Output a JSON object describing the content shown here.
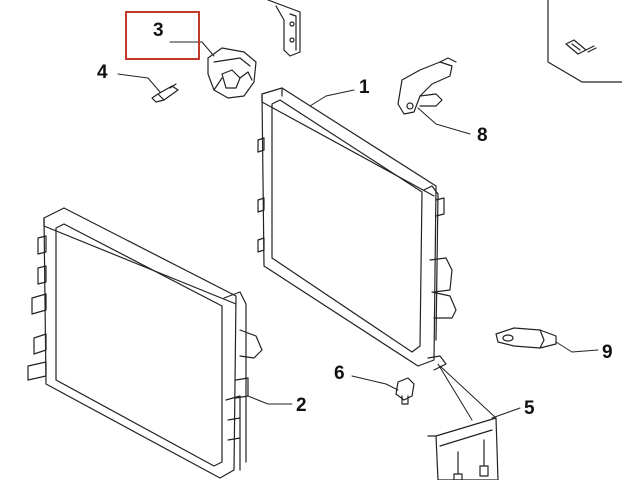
{
  "callouts": [
    {
      "id": "1",
      "label": "1"
    },
    {
      "id": "2",
      "label": "2"
    },
    {
      "id": "3",
      "label": "3"
    },
    {
      "id": "4",
      "label": "4"
    },
    {
      "id": "5",
      "label": "5"
    },
    {
      "id": "6",
      "label": "6"
    },
    {
      "id": "8",
      "label": "8"
    },
    {
      "id": "9",
      "label": "9"
    }
  ],
  "highlight": {
    "callout": "3",
    "color": "#c0392b"
  },
  "colors": {
    "line": "#222222",
    "highlight": "#c0392b"
  }
}
